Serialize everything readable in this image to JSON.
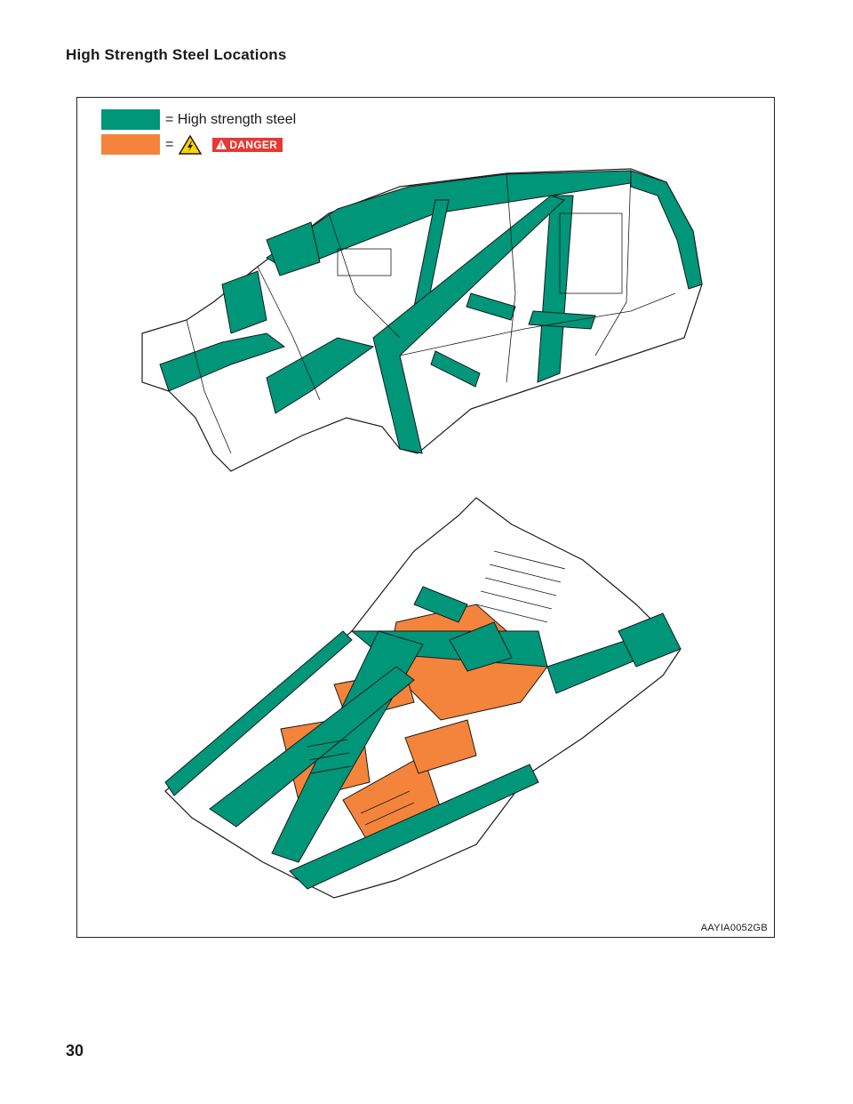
{
  "page": {
    "heading": "High Strength Steel Locations",
    "page_number": "30"
  },
  "legend": {
    "items": [
      {
        "label": "= High strength steel",
        "color": "#00967a"
      },
      {
        "equals": "=",
        "icon": "high-voltage-warning-icon",
        "badge": "DANGER",
        "color": "#f4843c"
      }
    ]
  },
  "figure": {
    "code": "AAYIA0052GB",
    "colors": {
      "high_strength_steel": "#00967a",
      "hazard": "#f4843c",
      "outline": "#1a1a1a"
    }
  }
}
